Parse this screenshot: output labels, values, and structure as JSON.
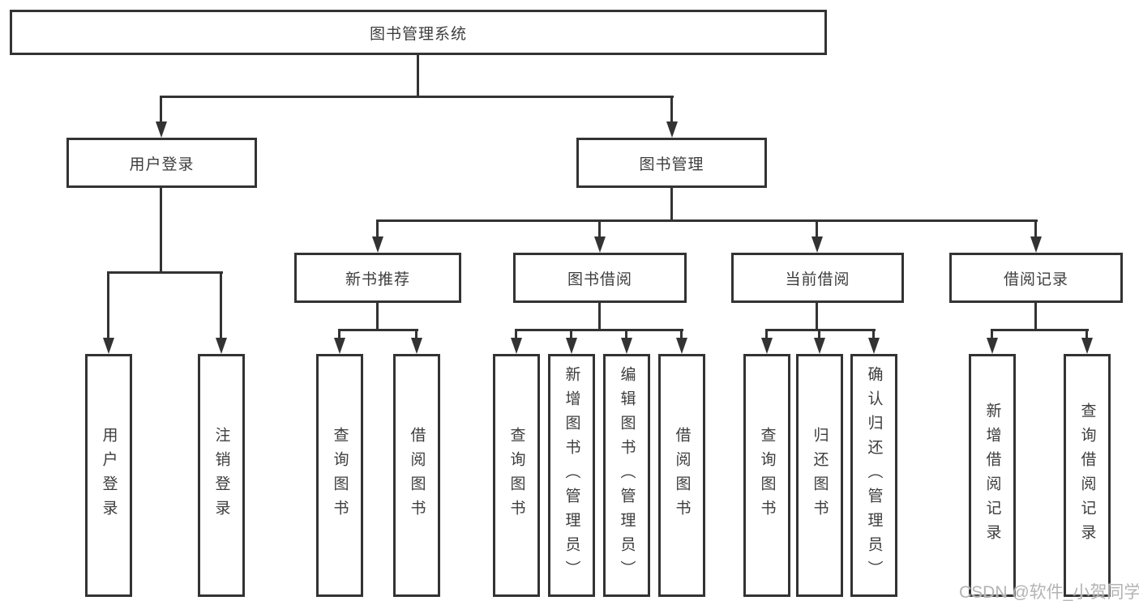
{
  "diagram": {
    "title": "图书管理系统",
    "root": "图书管理系统",
    "level2": [
      "用户登录",
      "图书管理"
    ],
    "level3": [
      "新书推荐",
      "图书借阅",
      "当前借阅",
      "借阅记录"
    ],
    "leaves": {
      "login": [
        "用户登录",
        "注销登录"
      ],
      "recommend": [
        "查询图书",
        "借阅图书"
      ],
      "borrow": [
        "查询图书",
        "新增图书（管理员）",
        "编辑图书（管理员）",
        "借阅图书"
      ],
      "current": [
        "查询图书",
        "归还图书",
        "确认归还（管理员）"
      ],
      "records": [
        "新增借阅记录",
        "查询借阅记录"
      ]
    },
    "colors": {
      "line": "#333333",
      "text": "#3d3d3d",
      "background": "#ffffff",
      "watermark": "#b3b3b3"
    }
  },
  "watermark": {
    "text": "CSDN @软件_小贺同学"
  }
}
